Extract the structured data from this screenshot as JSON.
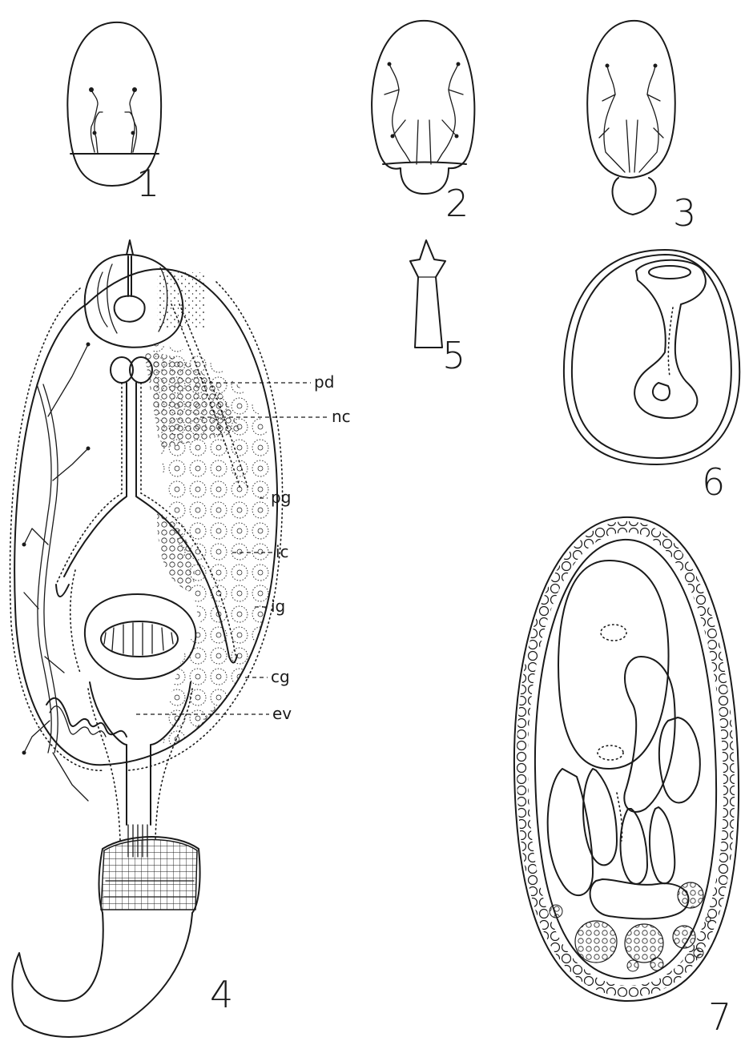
{
  "figure_numbers": [
    "1",
    "2",
    "3",
    "4",
    "5",
    "6",
    "7"
  ],
  "labels": {
    "pd": "pd",
    "nc": "nc",
    "pg": "pg",
    "ic": "ic",
    "ig": "ig",
    "cg": "cg",
    "ev": "ev"
  },
  "colors": {
    "ink": "#1a1a1a",
    "paper": "#ffffff"
  }
}
